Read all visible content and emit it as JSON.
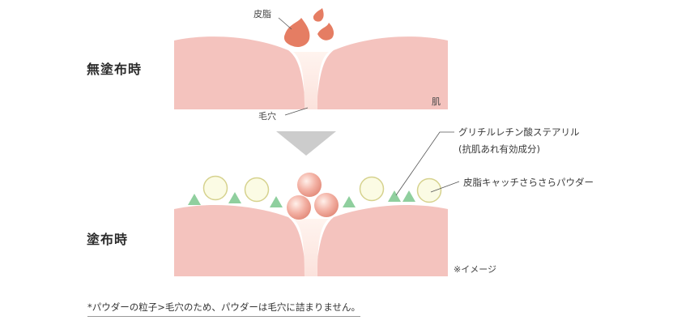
{
  "labels": {
    "before_state": "無塗布時",
    "after_state": "塗布時",
    "sebum": "皮脂",
    "skin": "肌",
    "pore": "毛穴",
    "ingredient_name": "グリチルレチン酸ステアリル",
    "ingredient_note": "(抗肌あれ有効成分)",
    "powder": "皮脂キャッチさらさらパウダー",
    "image_note": "※イメージ",
    "footnote": "*パウダーの粒子>毛穴のため、パウダーは毛穴に詰まりません。"
  },
  "colors": {
    "skin": "#f4c3be",
    "skin_highlight": "#fbe2dc",
    "sebum": "#e57d63",
    "arrow": "#cccccc",
    "triangle": "#8fcf9e",
    "powder_fill": "#fbfbe4",
    "powder_stroke": "#d6d28e",
    "sebum_ball": "#f0a89c"
  }
}
